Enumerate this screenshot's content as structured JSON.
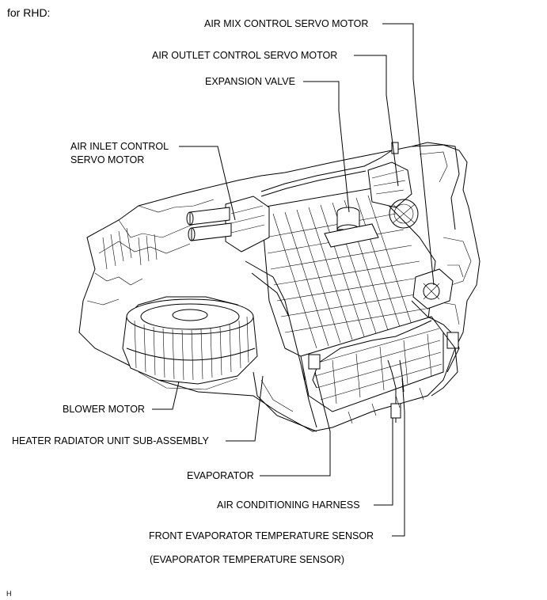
{
  "heading": "for RHD:",
  "footer_code": "H",
  "labels": {
    "air_mix": "AIR MIX CONTROL SERVO MOTOR",
    "air_outlet": "AIR OUTLET CONTROL SERVO MOTOR",
    "expansion_valve": "EXPANSION VALVE",
    "air_inlet_line1": "AIR INLET CONTROL",
    "air_inlet_line2": "SERVO MOTOR",
    "blower_motor": "BLOWER MOTOR",
    "heater_radiator": "HEATER RADIATOR UNIT SUB-ASSEMBLY",
    "evaporator": "EVAPORATOR",
    "ac_harness": "AIR CONDITIONING HARNESS",
    "front_evap_sensor": "FRONT EVAPORATOR TEMPERATURE SENSOR",
    "evap_sensor_alt": "(EVAPORATOR TEMPERATURE SENSOR)"
  }
}
